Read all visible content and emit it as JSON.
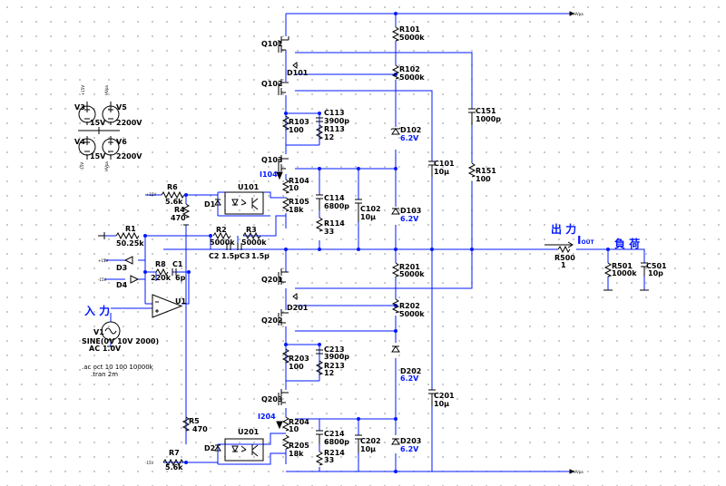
{
  "components": {
    "Q101": "Q101",
    "D101": "D101",
    "Q102": "Q102",
    "Q103": "Q103",
    "Q201": "Q201",
    "D201": "D201",
    "Q202": "Q202",
    "Q203": "Q203",
    "R101": "R101",
    "R101v": "5000k",
    "R102": "R102",
    "R102v": "5000k",
    "R103": "R103",
    "R103v": "100",
    "C113": "C113",
    "C113v": "3900p",
    "R113": "R113",
    "R113v": "12",
    "D102": "D102",
    "D102v": "6.2V",
    "C151": "C151",
    "C151v": "1000p",
    "C101": "C101",
    "C101v": "10µ",
    "R151": "R151",
    "R151v": "100",
    "R104": "R104",
    "R104v": "10",
    "R105": "R105",
    "R105v": "18k",
    "C114": "C114",
    "C114v": "6800p",
    "C102": "C102",
    "C102v": "10µ",
    "D103": "D103",
    "D103v": "6.2V",
    "R114": "R114",
    "R114v": "33",
    "U101": "U101",
    "D1": "D1",
    "R6": "R6",
    "R6v": "5.6k",
    "R4": "R4",
    "R4v": "470",
    "R1": "R1",
    "R1v": "50.25k",
    "R2": "R2",
    "R2v": "5000k",
    "R3": "R3",
    "R3v": "5000k",
    "C2": "C2",
    "C2v": "1.5p",
    "C3": "C3",
    "C3v": "1.5p",
    "D3": "D3",
    "D4": "D4",
    "R8": "R8",
    "R8v": "220k",
    "C1": "C1",
    "C1v": "6p",
    "U1": "U1",
    "V1": "V1",
    "V1v": "SINE(0V 10V 2000)",
    "V1ac": "AC 1.0V",
    "V3": "V3",
    "V3v": "15V",
    "V4": "V4",
    "V4v": "15V",
    "V5": "V5",
    "V5v": "2200V",
    "V6": "V6",
    "V6v": "2200V",
    "R201": "R201",
    "R201v": "5000k",
    "R202": "R202",
    "R202v": "5000k",
    "R203": "R203",
    "R203v": "100",
    "C213": "C213",
    "C213v": "3900p",
    "R213": "R213",
    "R213v": "12",
    "D202": "D202",
    "D202v": "6.2V",
    "C201": "C201",
    "C201v": "10µ",
    "R204": "R204",
    "R204v": "10",
    "R205": "R205",
    "R205v": "18k",
    "C214": "C214",
    "C214v": "6800p",
    "C202": "C202",
    "C202v": "10µ",
    "D203": "D203",
    "D203v": "6.2V",
    "R214": "R214",
    "R214v": "33",
    "U201": "U201",
    "D2": "D2",
    "R5": "R5",
    "R5v": "470",
    "R7": "R7",
    "R7v": "5.6k",
    "R500": "R500",
    "R500v": "1",
    "R501": "R501",
    "R501v": "1000k",
    "C501": "C501",
    "C501v": "10p"
  },
  "annotations": {
    "I104": "I104",
    "I204": "I204",
    "output_jp": "出 力",
    "load_jp": "負 荷",
    "input_jp": "入 力",
    "iout_main": "I",
    "iout_sub": "OUT"
  },
  "directives": {
    "ac": ".ac oct 10 100 10000k",
    "tran": ".tran 2m"
  },
  "net_labels": {
    "hv_plus": "HVpa",
    "hv_minus": "HVpa",
    "p15": "+15V",
    "m15": "-15V",
    "v3_top": "+15V",
    "v4_bot": "-15V",
    "v5_top": "HVpa",
    "v6_bot": "HVpa"
  },
  "colors": {
    "wire": "#0018ff",
    "component": "#000000",
    "text": "#000000",
    "accent_text": "#0018ff",
    "background": "#ffffff",
    "grid_dot": "#b8b8b8"
  }
}
